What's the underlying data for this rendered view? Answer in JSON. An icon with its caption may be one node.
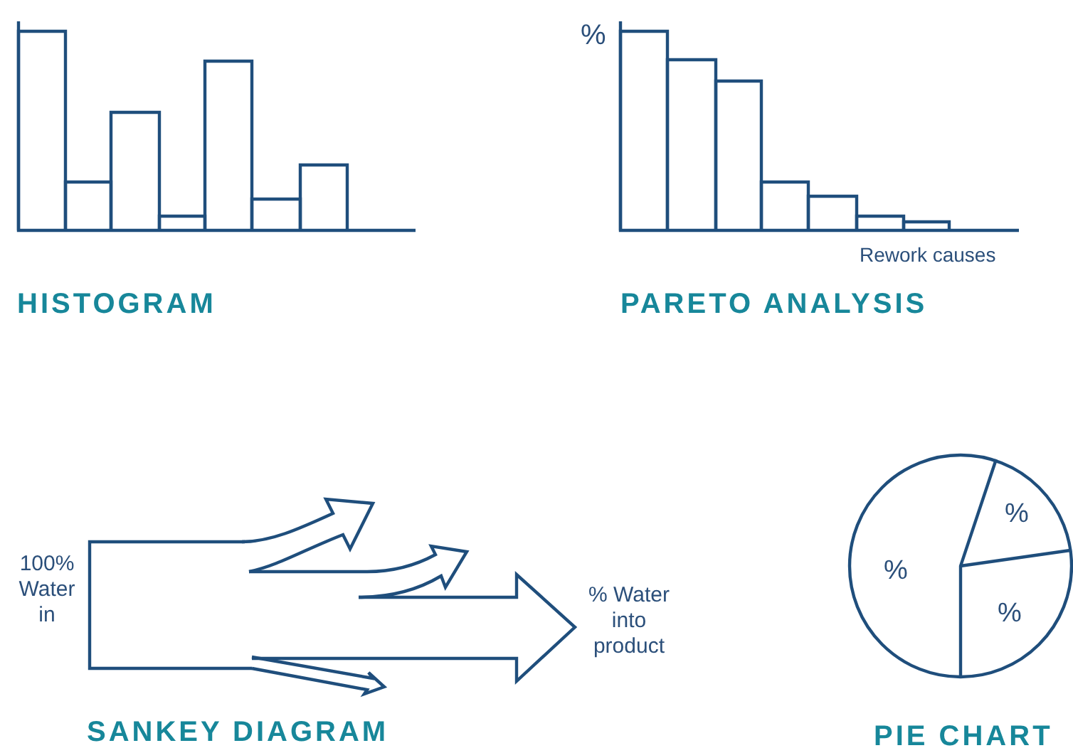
{
  "diagram": {
    "labels": [
      "%",
      "Rework causes",
      "HISTOGRAM",
      "PARETO ANALYSIS",
      "%",
      "100% Water in",
      "%",
      "% Water into product",
      "%",
      "SANKEY DIAGRAM",
      "PIE CHART"
    ]
  }
}
